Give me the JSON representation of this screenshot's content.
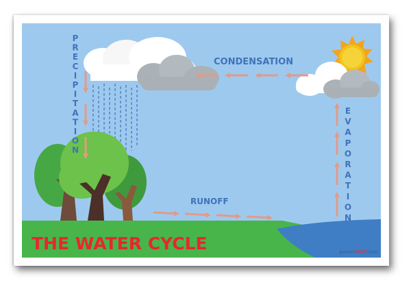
{
  "diagram": {
    "title": "THE WATER CYCLE",
    "labels": {
      "precipitation": [
        "P",
        "R",
        "E",
        "C",
        "I",
        "P",
        "I",
        "T",
        "A",
        "T",
        "I",
        "O",
        "N"
      ],
      "condensation": "CONDENSATION",
      "evaporation": [
        "E",
        "V",
        "A",
        "P",
        "O",
        "R",
        "A",
        "T",
        "I",
        "O",
        "N"
      ],
      "runoff": "RUNOFF"
    },
    "watermark": {
      "pre": "poster",
      "mid": "ENVY",
      "post": ".com"
    },
    "colors": {
      "sky": "#9ec9ef",
      "grass": "#48b54a",
      "water": "#3f7ec4",
      "label": "#3f73b8",
      "arrow": "#e39a86",
      "title": "#e8262e",
      "sun": "#f2c21a"
    }
  }
}
